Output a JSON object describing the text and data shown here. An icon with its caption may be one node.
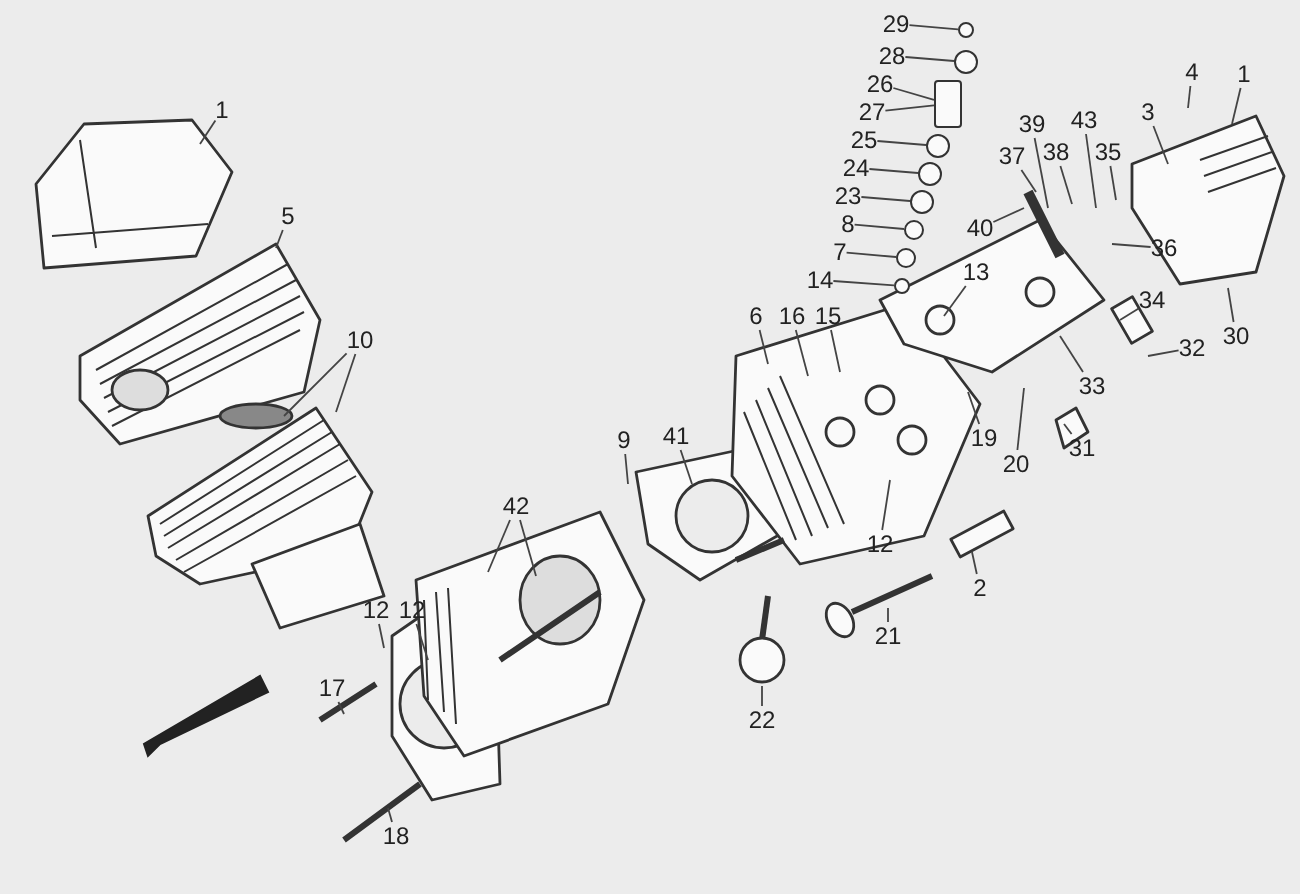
{
  "diagram": {
    "nodes": [
      {
        "text": [
          "1"
        ]
      },
      {
        "text": [
          "5"
        ]
      },
      {
        "text": [
          "10"
        ]
      },
      {
        "text": [
          "42"
        ]
      },
      {
        "text": [
          "12"
        ]
      },
      {
        "text": [
          "12"
        ]
      },
      {
        "text": [
          "17"
        ]
      },
      {
        "text": [
          "18"
        ]
      },
      {
        "text": [
          "9"
        ]
      },
      {
        "text": [
          "41"
        ]
      },
      {
        "text": [
          "22"
        ]
      },
      {
        "text": [
          "21"
        ]
      },
      {
        "text": [
          "2"
        ]
      },
      {
        "text": [
          "12"
        ]
      },
      {
        "text": [
          "19"
        ]
      },
      {
        "text": [
          "20"
        ]
      },
      {
        "text": [
          "31"
        ]
      },
      {
        "text": [
          "33"
        ]
      },
      {
        "text": [
          "6"
        ]
      },
      {
        "text": [
          "16"
        ]
      },
      {
        "text": [
          "15"
        ]
      },
      {
        "text": [
          "14"
        ]
      },
      {
        "text": [
          "7"
        ]
      },
      {
        "text": [
          "13"
        ]
      },
      {
        "text": [
          "8"
        ]
      },
      {
        "text": [
          "40"
        ]
      },
      {
        "text": [
          "23"
        ]
      },
      {
        "text": [
          "24"
        ]
      },
      {
        "text": [
          "25"
        ]
      },
      {
        "text": [
          "27"
        ]
      },
      {
        "text": [
          "26"
        ]
      },
      {
        "text": [
          "28"
        ]
      },
      {
        "text": [
          "29"
        ]
      },
      {
        "text": [
          "37"
        ]
      },
      {
        "text": [
          "39"
        ]
      },
      {
        "text": [
          "38"
        ]
      },
      {
        "text": [
          "43"
        ]
      },
      {
        "text": [
          "35"
        ]
      },
      {
        "text": [
          "3"
        ]
      },
      {
        "text": [
          "36"
        ]
      },
      {
        "text": [
          "34"
        ]
      },
      {
        "text": [
          "32"
        ]
      },
      {
        "text": [
          "30"
        ]
      },
      {
        "text": [
          "4"
        ]
      },
      {
        "text": [
          "1"
        ]
      },
      {
        "text": [],
        "shape": "circle"
      },
      {
        "text": [],
        "shape": "circle"
      },
      {
        "text": [],
        "shape": "box"
      },
      {
        "text": [],
        "shape": "circle"
      },
      {
        "text": [],
        "shape": "circle"
      },
      {
        "text": [],
        "shape": "circle"
      },
      {
        "text": [],
        "shape": "circle"
      },
      {
        "text": [],
        "shape": "circle"
      },
      {
        "text": [],
        "shape": "circle"
      }
    ],
    "edges": [
      {
        "from": 0,
        "to": null,
        "arrow": "none"
      },
      {
        "from": 1,
        "to": null,
        "arrow": "none"
      },
      {
        "from": 2,
        "to": null,
        "arrow": "none"
      },
      {
        "from": 2,
        "to": null,
        "arrow": "none"
      },
      {
        "from": 3,
        "to": null,
        "arrow": "none"
      },
      {
        "from": 3,
        "to": null,
        "arrow": "none"
      },
      {
        "from": 4,
        "to": null,
        "arrow": "none"
      },
      {
        "from": 5,
        "to": null,
        "arrow": "none"
      },
      {
        "from": 6,
        "to": null,
        "arrow": "none"
      },
      {
        "from": 7,
        "to": null,
        "arrow": "none"
      },
      {
        "from": 8,
        "to": null,
        "arrow": "none"
      },
      {
        "from": 9,
        "to": null,
        "arrow": "none"
      },
      {
        "from": 10,
        "to": null,
        "arrow": "none"
      },
      {
        "from": 11,
        "to": null,
        "arrow": "none"
      },
      {
        "from": 12,
        "to": null,
        "arrow": "none"
      },
      {
        "from": 13,
        "to": null,
        "arrow": "none"
      },
      {
        "from": 14,
        "to": null,
        "arrow": "none"
      },
      {
        "from": 15,
        "to": null,
        "arrow": "none"
      },
      {
        "from": 16,
        "to": null,
        "arrow": "none"
      },
      {
        "from": 17,
        "to": null,
        "arrow": "none"
      },
      {
        "from": 18,
        "to": null,
        "arrow": "none"
      },
      {
        "from": 19,
        "to": null,
        "arrow": "none"
      },
      {
        "from": 20,
        "to": null,
        "arrow": "none"
      },
      {
        "from": 21,
        "to": 53,
        "arrow": "none"
      },
      {
        "from": 22,
        "to": 52,
        "arrow": "none"
      },
      {
        "from": 23,
        "to": null,
        "arrow": "none"
      },
      {
        "from": 24,
        "to": 51,
        "arrow": "none"
      },
      {
        "from": 25,
        "to": null,
        "arrow": "none"
      },
      {
        "from": 26,
        "to": 50,
        "arrow": "none"
      },
      {
        "from": 27,
        "to": 49,
        "arrow": "none"
      },
      {
        "from": 28,
        "to": 48,
        "arrow": "none"
      },
      {
        "from": 29,
        "to": 47,
        "arrow": "none"
      },
      {
        "from": 30,
        "to": 47,
        "arrow": "none"
      },
      {
        "from": 31,
        "to": 46,
        "arrow": "none"
      },
      {
        "from": 32,
        "to": 45,
        "arrow": "none"
      },
      {
        "from": 33,
        "to": null,
        "arrow": "none"
      },
      {
        "from": 34,
        "to": null,
        "arrow": "none"
      },
      {
        "from": 35,
        "to": null,
        "arrow": "none"
      },
      {
        "from": 36,
        "to": null,
        "arrow": "none"
      },
      {
        "from": 37,
        "to": null,
        "arrow": "none"
      },
      {
        "from": 38,
        "to": null,
        "arrow": "none"
      },
      {
        "from": 39,
        "to": null,
        "arrow": "none"
      },
      {
        "from": 40,
        "to": null,
        "arrow": "none"
      },
      {
        "from": 41,
        "to": null,
        "arrow": "none"
      },
      {
        "from": 42,
        "to": null,
        "arrow": "none"
      },
      {
        "from": 43,
        "to": null,
        "arrow": "none"
      },
      {
        "from": 44,
        "to": null,
        "arrow": "none"
      }
    ]
  }
}
